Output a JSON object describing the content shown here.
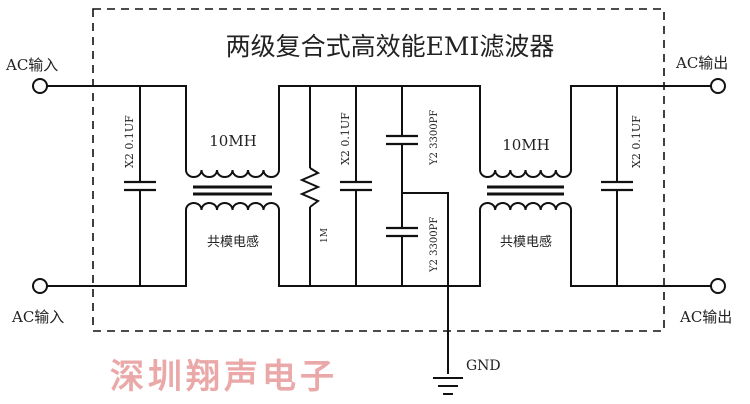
{
  "title": "两级复合式高效能EMI滤波器",
  "terminals": {
    "input_top": "AC输入",
    "input_bottom": "AC输入",
    "output_top": "AC输出",
    "output_bottom": "AC输出",
    "ground": "GND"
  },
  "components": {
    "cx1": "X2 0.1UF",
    "choke1_value": "10MH",
    "choke1_name": "共模电感",
    "resistor": "1M",
    "cx2": "X2 0.1UF",
    "cy_top": "Y2 3300PF",
    "cy_bottom": "Y2 3300PF",
    "choke2_value": "10MH",
    "choke2_name": "共模电感",
    "cx3": "X2 0.1UF"
  },
  "watermark": "深圳翔声电子",
  "colors": {
    "line": "#111111",
    "watermark": "#e8a9a9"
  }
}
